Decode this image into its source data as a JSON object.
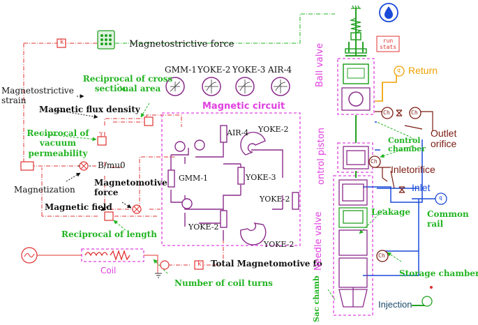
{
  "colors": {
    "signal": "#e03030",
    "green": "#22b422",
    "magenta": "#e040e0",
    "hydraulic_orange": "#f0a000",
    "hydraulic_blue": "#1a4ad8",
    "dark_red": "#7a1a10",
    "dark": "#111111"
  },
  "labels": {
    "magnetostrictive_force": "Magnetostrictive force",
    "gmm1_top": "GMM-1",
    "yoke2_top": "YOKE-2",
    "yoke3_top": "YOKE-3",
    "air4_top": "AIR-4",
    "reciprocal_area": "Reciprocal of cross sectional area",
    "magnetostrictive_strain": "Magnetostrictive strain",
    "magnetic_flux_density": "Magnetic flux density",
    "magnetic_circuit": "Magnetic circuit",
    "reciprocal_vacuum": "Reciprocal of vacuum permeability",
    "b_mu0": "B/mu0",
    "magnetization": "Magnetization",
    "magnetomotive_force": "Magnetomotive force",
    "magnetic_field": "Magnetic field",
    "reciprocal_length": "Reciprocal of length",
    "coil": "Coil",
    "number_of_coil_turns": "Number of coil turns",
    "total_mmf": "Total Magnetomotive fo",
    "air4_circuit": "AIR-4",
    "yoke2_a": "YOKE-2",
    "gmm1_circuit": "GMM-1",
    "yoke3_circuit": "YOKE-3",
    "yoke2_b": "YOKE-2",
    "yoke2_c": "YOKE-2",
    "yoke2_d": "YOKE-2",
    "ball_valve": "Ball valve",
    "return": "Return",
    "run_stats": "run stats",
    "outlet_orifice": "Outlet orifice",
    "control_chamber": "Control chamber",
    "control_piston": "ontrol piston",
    "inlet_orifice": "Inletorifice",
    "inlet": "Inlet",
    "common_rail": "Common rail",
    "needle_valve": "Needle valve",
    "leakage": "Leakage",
    "storage_chamber": "Storage chamber",
    "sac_chamber": "Sac chamb",
    "injection": "Injection",
    "k": "k",
    "q": "q",
    "ch": "Ch"
  }
}
